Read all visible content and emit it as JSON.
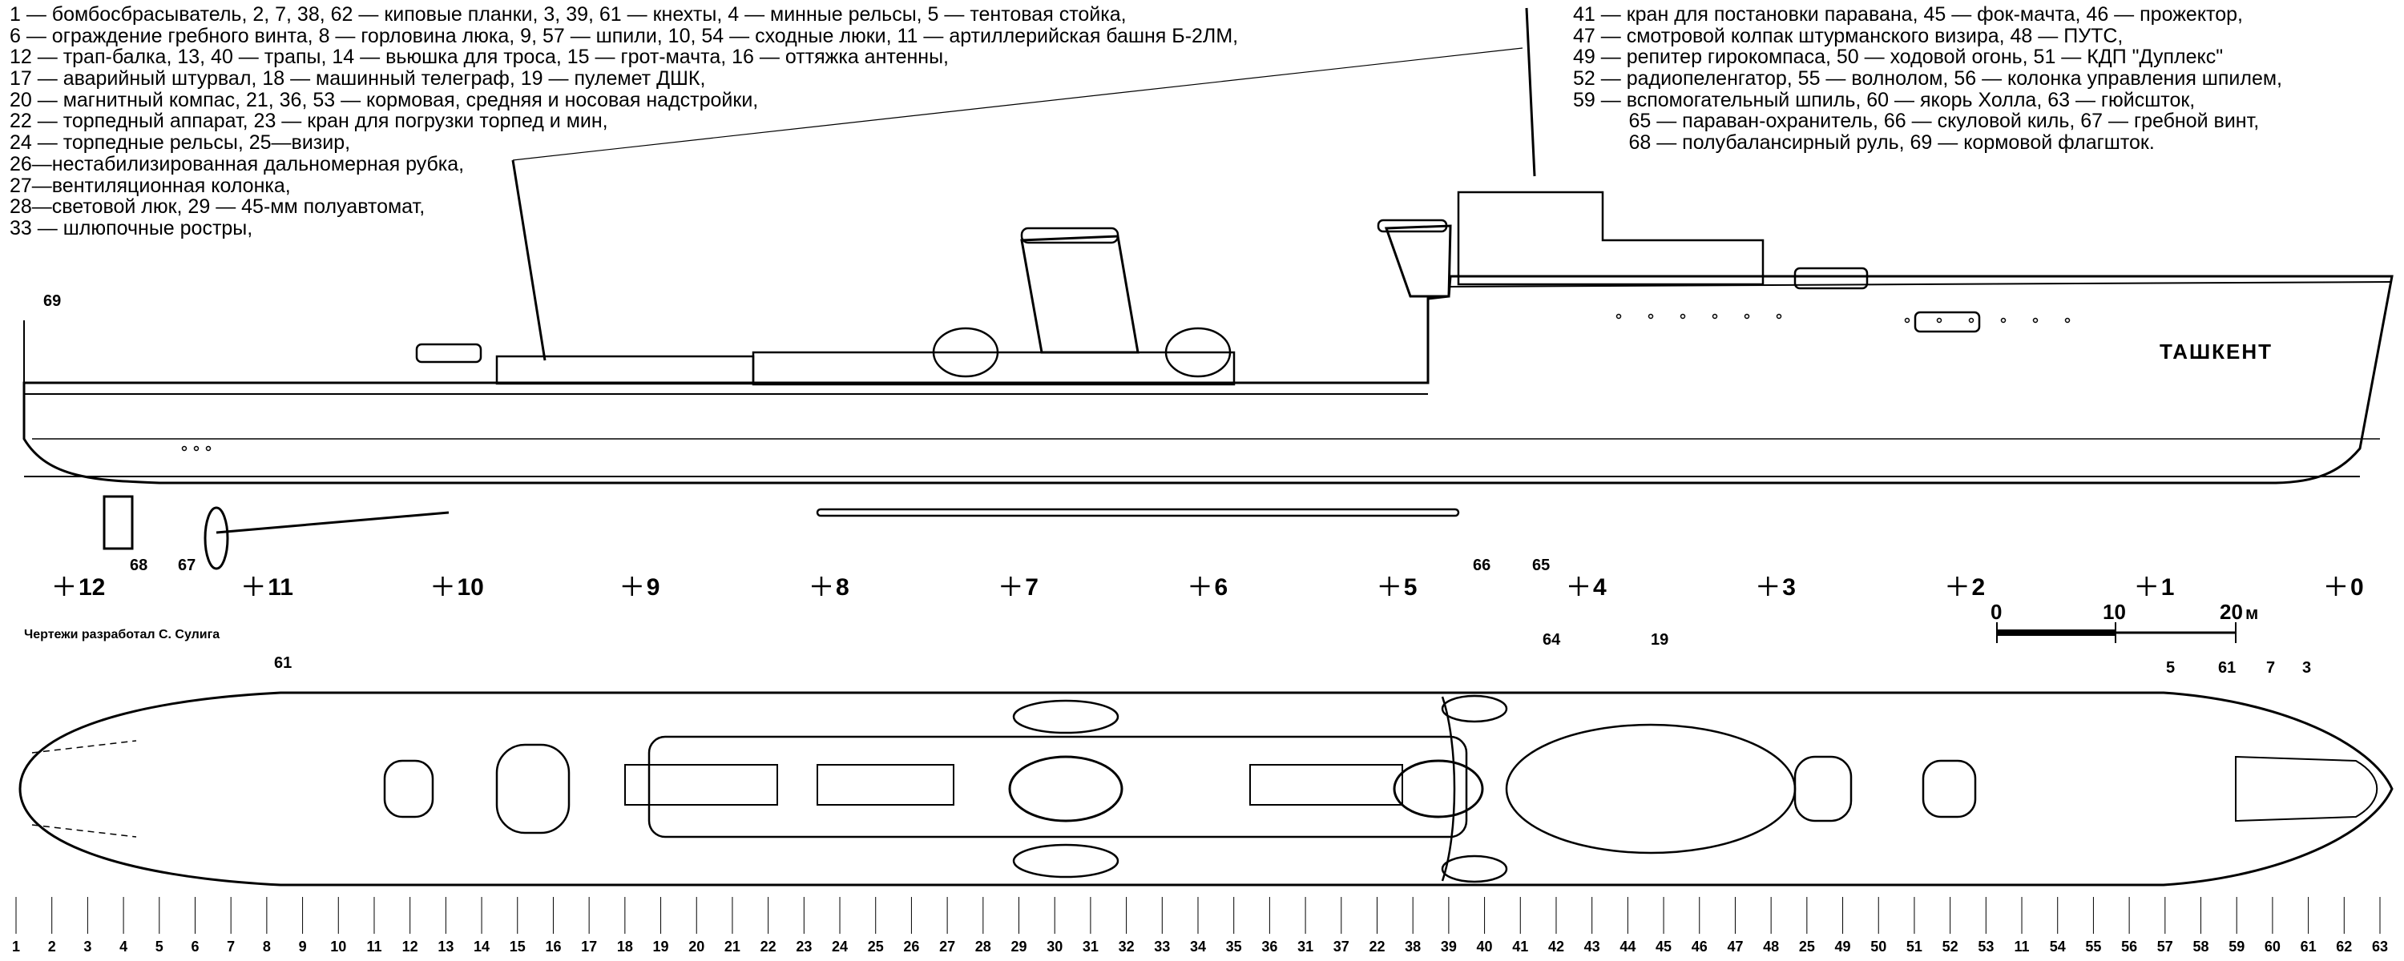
{
  "legend_left": [
    "1 — бомбосбрасыватель, 2, 7, 38, 62 — киповые планки, 3, 39, 61 — кнехты, 4 — минные рельсы, 5 — тентовая стойка,",
    "6 — ограждение гребного винта, 8 — горловина люка, 9, 57 — шпили, 10, 54 — сходные люки, 11 — артиллерийская башня Б-2ЛМ,",
    "12 — трап-балка, 13, 40 — трапы, 14 — вьюшка для троса, 15 — грот-мачта, 16 — оттяжка антенны,",
    "17 — аварийный штурвал, 18 — машинный телеграф, 19 — пулемет ДШК,",
    "20 — магнитный компас, 21, 36, 53 — кормовая, средняя и носовая надстройки,",
    "22 — торпедный аппарат, 23 — кран для погрузки торпед и мин,",
    "24 — торпедные рельсы, 25—визир,",
    "26—нестабилизированная дальномерная рубка,",
    "27—вентиляционная колонка,",
    "28—световой люк, 29 — 45-мм полуавтомат,",
    "33 — шлюпочные ростры,"
  ],
  "legend_right": [
    "41 — кран для постановки паравана, 45 — фок-мачта, 46 — прожектор,",
    "47 — смотровой колпак штурманского визира, 48 — ПУТС,",
    "49 — репитер гирокомпаса, 50 — ходовой огонь, 51 — КДП \"Дуплекс\"",
    "52 — радиопеленгатор, 55 — волнолом, 56 — колонка управления шпилем,",
    "59 — вспомогательный шпиль, 60 — якорь Холла, 63 — гюйсшток,",
    "          65 — параван-охранитель, 66 — скуловой киль, 67 — гребной винт,",
    "          68 — полубалансирный руль, 69 — кормовой флагшток."
  ],
  "ship_name": "ТАШКЕНТ",
  "credit": "Чертежи разработал С. Сулига",
  "frame_stations": [
    "12",
    "11",
    "10",
    "9",
    "8",
    "7",
    "6",
    "5",
    "4",
    "3",
    "2",
    "1",
    "0"
  ],
  "scale": {
    "ticks": [
      "0",
      "10",
      "20"
    ],
    "unit": "м"
  },
  "side_callouts": [
    "69",
    "68",
    "67",
    "66",
    "65"
  ],
  "plan_callouts_top": [
    "61",
    "64",
    "19",
    "5",
    "61",
    "7",
    "3"
  ],
  "plan_callouts_bottom": [
    "1",
    "2",
    "3",
    "4",
    "5",
    "6",
    "7",
    "8",
    "9",
    "10",
    "11",
    "12",
    "13",
    "14",
    "15",
    "16",
    "17",
    "18",
    "19",
    "20",
    "21",
    "22",
    "23",
    "24",
    "25",
    "26",
    "27",
    "28",
    "29",
    "30",
    "31",
    "32",
    "33",
    "34",
    "35",
    "36",
    "31",
    "37",
    "22",
    "38",
    "39",
    "40",
    "41",
    "42",
    "43",
    "44",
    "45",
    "46",
    "47",
    "48",
    "25",
    "49",
    "50",
    "51",
    "52",
    "53",
    "11",
    "54",
    "55",
    "56",
    "57",
    "58",
    "59",
    "60",
    "61",
    "62",
    "63"
  ],
  "colors": {
    "ink": "#000000",
    "paper": "#ffffff"
  }
}
